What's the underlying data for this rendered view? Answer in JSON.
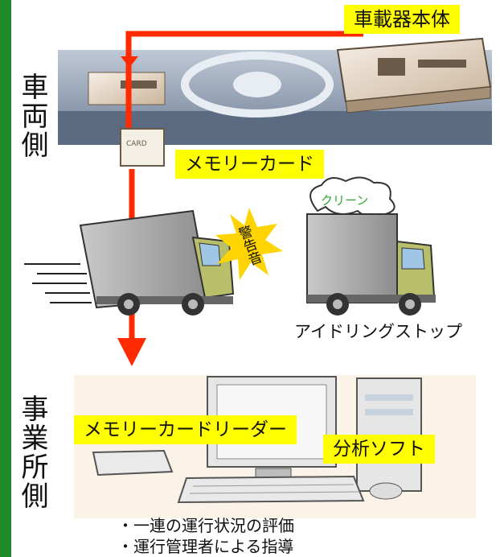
{
  "vehicle_side_label": "車両側",
  "office_side_label": "事業所側",
  "onboard_unit_label": "車載器本体",
  "memory_card_label": "メモリーカード",
  "card_text": "CARD",
  "warning_sound_label": "警告音",
  "clean_label": "クリーン",
  "idling_stop_label": "アイドリングストップ",
  "card_reader_label": "メモリーカードリーダー",
  "analysis_software_label": "分析ソフト",
  "notes": [
    "・一連の運行状況の評価",
    "・運行管理者による指導"
  ],
  "colors": {
    "accent_bar": "#1f8a2a",
    "flow_arrow": "#ff2a00",
    "highlight": "#ffff00",
    "clean_text": "#2fa52f",
    "warning_burst": "#ffd400"
  }
}
